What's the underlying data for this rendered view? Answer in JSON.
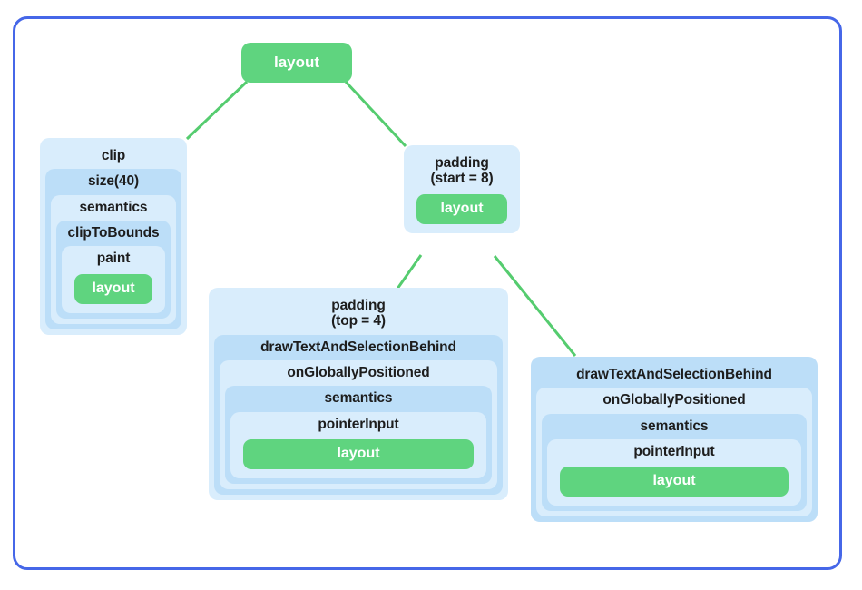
{
  "diagram": {
    "type": "tree",
    "title": "",
    "colors": {
      "frame_border": "#4667e8",
      "leaf_green": "#5fd47f",
      "shade_dark": "#bcdef8",
      "shade_light": "#d9edfc",
      "text": "#1d1d1d",
      "leaf_text": "#ffffff",
      "edge": "#55cc6f"
    },
    "root": {
      "label": "layout",
      "kind": "layout-leaf"
    },
    "columns": [
      {
        "id": "clip",
        "chain": [
          {
            "label": "clip",
            "kind": "modifier"
          },
          {
            "label": "size(40)",
            "kind": "modifier"
          },
          {
            "label": "semantics",
            "kind": "modifier"
          },
          {
            "label": "clipToBounds",
            "kind": "modifier"
          },
          {
            "label": "paint",
            "kind": "modifier"
          },
          {
            "label": "layout",
            "kind": "layout-leaf"
          }
        ]
      },
      {
        "id": "padding-start",
        "chain": [
          {
            "label": "padding\n(start = 8)",
            "kind": "modifier"
          },
          {
            "label": "layout",
            "kind": "layout-leaf"
          }
        ]
      },
      {
        "id": "padding-top",
        "chain": [
          {
            "label": "padding\n(top = 4)",
            "kind": "modifier"
          },
          {
            "label": "drawTextAndSelectionBehind",
            "kind": "modifier"
          },
          {
            "label": "onGloballyPositioned",
            "kind": "modifier"
          },
          {
            "label": "semantics",
            "kind": "modifier"
          },
          {
            "label": "pointerInput",
            "kind": "modifier"
          },
          {
            "label": "layout",
            "kind": "layout-leaf"
          }
        ]
      },
      {
        "id": "draw-text-right",
        "chain": [
          {
            "label": "drawTextAndSelectionBehind",
            "kind": "modifier"
          },
          {
            "label": "onGloballyPositioned",
            "kind": "modifier"
          },
          {
            "label": "semantics",
            "kind": "modifier"
          },
          {
            "label": "pointerInput",
            "kind": "modifier"
          },
          {
            "label": "layout",
            "kind": "layout-leaf"
          }
        ]
      }
    ],
    "edges": [
      {
        "from": "root",
        "to": "clip"
      },
      {
        "from": "root",
        "to": "padding-start"
      },
      {
        "from": "padding-start",
        "to": "padding-top"
      },
      {
        "from": "padding-start",
        "to": "draw-text-right"
      }
    ]
  }
}
